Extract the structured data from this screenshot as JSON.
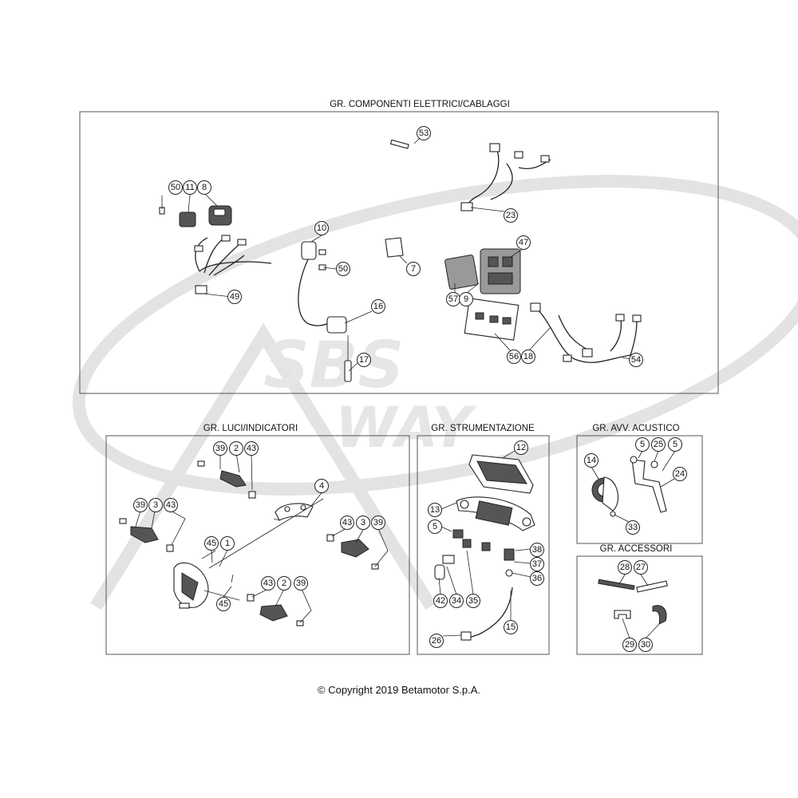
{
  "panels": {
    "electrical": {
      "title": "GR. COMPONENTI ELETTRICI/CABLAGGI"
    },
    "lights": {
      "title": "GR. LUCI/INDICATORI"
    },
    "instruments": {
      "title": "GR. STRUMENTAZIONE"
    },
    "horn": {
      "title": "GR. AVV. ACUSTICO"
    },
    "accessories": {
      "title": "GR. ACCESSORI"
    }
  },
  "callouts": {
    "electrical": [
      "53",
      "50",
      "11",
      "8",
      "23",
      "10",
      "50",
      "7",
      "47",
      "49",
      "57",
      "9",
      "16",
      "56",
      "18",
      "54",
      "17"
    ],
    "lights": [
      "39",
      "2",
      "43",
      "4",
      "39",
      "3",
      "43",
      "43",
      "3",
      "39",
      "45",
      "1",
      "43",
      "2",
      "39",
      "45"
    ],
    "instruments": [
      "12",
      "13",
      "5",
      "38",
      "37",
      "36",
      "42",
      "34",
      "35",
      "15",
      "26"
    ],
    "horn": [
      "5",
      "25",
      "5",
      "14",
      "24",
      "33"
    ],
    "accessories": [
      "28",
      "27",
      "29",
      "30"
    ]
  },
  "copyright": "© Copyright 2019 Betamotor S.p.A."
}
